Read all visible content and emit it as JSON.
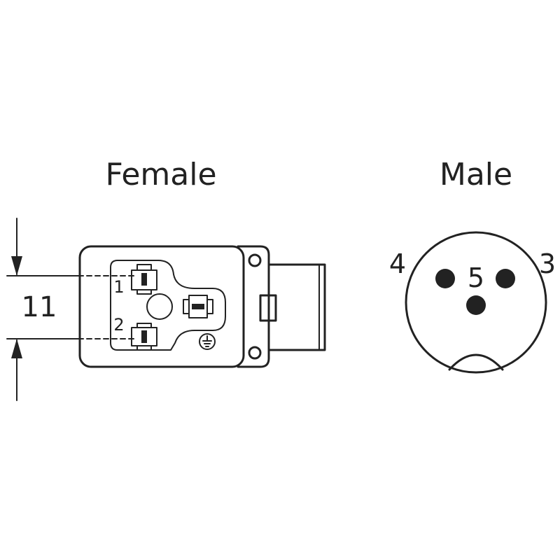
{
  "female": {
    "title": "Female",
    "dimension": "11",
    "pins": [
      "1",
      "2"
    ],
    "ground_symbol": "ground-icon"
  },
  "male": {
    "title": "Male",
    "pins": [
      "4",
      "5",
      "3"
    ]
  },
  "colors": {
    "ink": "#222222",
    "background": "#ffffff"
  }
}
